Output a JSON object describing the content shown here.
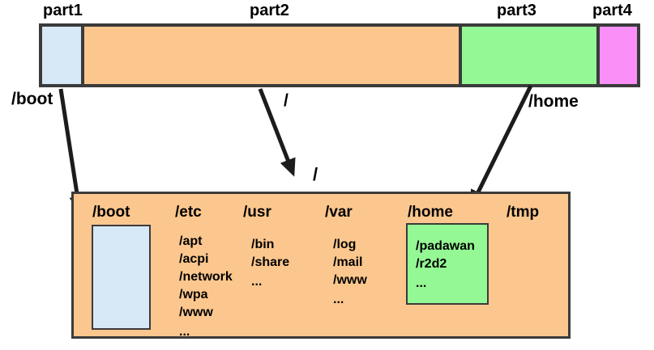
{
  "colors": {
    "part1_blue": "#d7e8f6",
    "part2_orange": "#fcc78e",
    "part3_green": "#94f894",
    "part4_magenta": "#fb8ff8",
    "outline_dark": "#3b3b3b",
    "arrow_black": "#1c1c1c",
    "text_black": "#000000",
    "background": "#ffffff"
  },
  "partition_bar": {
    "parts": [
      {
        "label": "part1"
      },
      {
        "label": "part2"
      },
      {
        "label": "part3"
      },
      {
        "label": "part4"
      }
    ],
    "mounts": [
      {
        "label": "/boot"
      },
      {
        "label": "/"
      },
      {
        "label": "/home"
      }
    ]
  },
  "filesystem": {
    "root_label": "/",
    "columns": [
      {
        "label": "/boot",
        "items": []
      },
      {
        "label": "/etc",
        "items": [
          "/apt",
          "/acpi",
          "/network",
          "/wpa",
          "/www",
          "..."
        ]
      },
      {
        "label": "/usr",
        "items": [
          "/bin",
          "/share",
          "..."
        ]
      },
      {
        "label": "/var",
        "items": [
          "/log",
          "/mail",
          "/www",
          "..."
        ]
      },
      {
        "label": "/home",
        "items": [
          "/padawan",
          "/r2d2",
          "..."
        ]
      },
      {
        "label": "/tmp",
        "items": []
      }
    ]
  }
}
